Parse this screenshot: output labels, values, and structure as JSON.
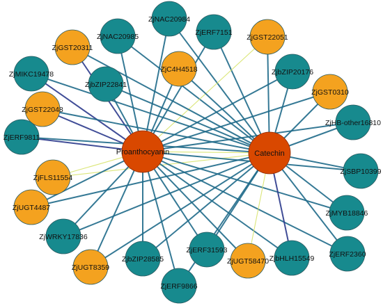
{
  "colors": {
    "hub": "#d94800",
    "teal_node": "#178a8e",
    "orange_node": "#f4a21f",
    "edge_default": "#1f6a8a",
    "edge_dark": "#2b3a8c",
    "edge_light": "#d7e36a"
  },
  "hubs": [
    {
      "id": "proanthocyanin",
      "label": "Proanthocyanin"
    },
    {
      "id": "catechin",
      "label": "Catechin"
    }
  ],
  "nodes": [
    {
      "id": "nac20984",
      "label": "ZjNAC20984",
      "type": "teal"
    },
    {
      "id": "nac20985",
      "label": "ZjNAC20985",
      "type": "teal"
    },
    {
      "id": "erf7151",
      "label": "ZjERF7151",
      "type": "teal"
    },
    {
      "id": "gst22051",
      "label": "ZjGST22051",
      "type": "orange"
    },
    {
      "id": "gst20311",
      "label": "ZjGST20311",
      "type": "orange"
    },
    {
      "id": "c4h4518",
      "label": "ZjC4H4518",
      "type": "orange"
    },
    {
      "id": "mikc19478",
      "label": "ZjMIKC19478",
      "type": "teal"
    },
    {
      "id": "bzip22841",
      "label": "ZjbZIP22841",
      "type": "teal"
    },
    {
      "id": "bzip20176",
      "label": "ZjbZIP20176",
      "type": "teal"
    },
    {
      "id": "gst0310",
      "label": "ZjGST0310",
      "type": "orange"
    },
    {
      "id": "gst22048",
      "label": "ZjGST22048",
      "type": "orange"
    },
    {
      "id": "hbother16810",
      "label": "ZjHB-other16810",
      "type": "teal"
    },
    {
      "id": "erf9811",
      "label": "ZjERF9811",
      "type": "teal"
    },
    {
      "id": "fls11554",
      "label": "ZjFLS11554",
      "type": "orange"
    },
    {
      "id": "sbp10399",
      "label": "ZjSBP10399",
      "type": "teal"
    },
    {
      "id": "ugt4487",
      "label": "ZjUGT4487",
      "type": "orange"
    },
    {
      "id": "myb18846",
      "label": "ZjMYB18846",
      "type": "teal"
    },
    {
      "id": "wrky17836",
      "label": "ZjWRKY17836",
      "type": "teal"
    },
    {
      "id": "erf31593",
      "label": "ZjERF31593",
      "type": "teal"
    },
    {
      "id": "erf2360",
      "label": "ZjERF2360",
      "type": "teal"
    },
    {
      "id": "bhlh15549",
      "label": "ZjbHLH15549",
      "type": "teal"
    },
    {
      "id": "ugt58470",
      "label": "ZjUGT58470",
      "type": "orange"
    },
    {
      "id": "bzip28585",
      "label": "ZjbZIP28585",
      "type": "teal"
    },
    {
      "id": "ugt8359",
      "label": "ZjUGT8359",
      "type": "orange"
    },
    {
      "id": "erf9866",
      "label": "ZjERF9866",
      "type": "teal"
    }
  ],
  "edges": [
    {
      "from": "proanthocyanin",
      "to": "catechin",
      "tone": "light"
    },
    {
      "from": "nac20984",
      "to": "proanthocyanin",
      "tone": "default"
    },
    {
      "from": "nac20984",
      "to": "catechin",
      "tone": "default"
    },
    {
      "from": "nac20985",
      "to": "proanthocyanin",
      "tone": "default"
    },
    {
      "from": "nac20985",
      "to": "catechin",
      "tone": "default"
    },
    {
      "from": "erf7151",
      "to": "proanthocyanin",
      "tone": "default"
    },
    {
      "from": "erf7151",
      "to": "catechin",
      "tone": "default"
    },
    {
      "from": "gst22051",
      "to": "proanthocyanin",
      "tone": "light"
    },
    {
      "from": "gst22051",
      "to": "catechin",
      "tone": "default"
    },
    {
      "from": "gst20311",
      "to": "proanthocyanin",
      "tone": "dark"
    },
    {
      "from": "gst20311",
      "to": "catechin",
      "tone": "default"
    },
    {
      "from": "c4h4518",
      "to": "proanthocyanin",
      "tone": "default"
    },
    {
      "from": "c4h4518",
      "to": "catechin",
      "tone": "default"
    },
    {
      "from": "mikc19478",
      "to": "proanthocyanin",
      "tone": "dark"
    },
    {
      "from": "mikc19478",
      "to": "catechin",
      "tone": "default"
    },
    {
      "from": "bzip22841",
      "to": "proanthocyanin",
      "tone": "default"
    },
    {
      "from": "bzip22841",
      "to": "catechin",
      "tone": "default"
    },
    {
      "from": "bzip20176",
      "to": "proanthocyanin",
      "tone": "default"
    },
    {
      "from": "bzip20176",
      "to": "catechin",
      "tone": "default"
    },
    {
      "from": "gst0310",
      "to": "proanthocyanin",
      "tone": "default"
    },
    {
      "from": "gst0310",
      "to": "catechin",
      "tone": "default"
    },
    {
      "from": "gst22048",
      "to": "proanthocyanin",
      "tone": "dark"
    },
    {
      "from": "gst22048",
      "to": "catechin",
      "tone": "default"
    },
    {
      "from": "hbother16810",
      "to": "proanthocyanin",
      "tone": "default"
    },
    {
      "from": "hbother16810",
      "to": "catechin",
      "tone": "default"
    },
    {
      "from": "erf9811",
      "to": "proanthocyanin",
      "tone": "dark"
    },
    {
      "from": "erf9811",
      "to": "catechin",
      "tone": "default"
    },
    {
      "from": "fls11554",
      "to": "proanthocyanin",
      "tone": "light"
    },
    {
      "from": "fls11554",
      "to": "catechin",
      "tone": "light"
    },
    {
      "from": "sbp10399",
      "to": "proanthocyanin",
      "tone": "default"
    },
    {
      "from": "sbp10399",
      "to": "catechin",
      "tone": "default"
    },
    {
      "from": "ugt4487",
      "to": "proanthocyanin",
      "tone": "default"
    },
    {
      "from": "ugt4487",
      "to": "catechin",
      "tone": "default"
    },
    {
      "from": "myb18846",
      "to": "proanthocyanin",
      "tone": "default"
    },
    {
      "from": "myb18846",
      "to": "catechin",
      "tone": "default"
    },
    {
      "from": "wrky17836",
      "to": "proanthocyanin",
      "tone": "default"
    },
    {
      "from": "wrky17836",
      "to": "catechin",
      "tone": "default"
    },
    {
      "from": "erf31593",
      "to": "proanthocyanin",
      "tone": "default"
    },
    {
      "from": "erf31593",
      "to": "catechin",
      "tone": "default"
    },
    {
      "from": "erf2360",
      "to": "proanthocyanin",
      "tone": "default"
    },
    {
      "from": "erf2360",
      "to": "catechin",
      "tone": "default"
    },
    {
      "from": "bhlh15549",
      "to": "proanthocyanin",
      "tone": "default"
    },
    {
      "from": "bhlh15549",
      "to": "catechin",
      "tone": "dark"
    },
    {
      "from": "ugt58470",
      "to": "proanthocyanin",
      "tone": "default"
    },
    {
      "from": "ugt58470",
      "to": "catechin",
      "tone": "light"
    },
    {
      "from": "bzip28585",
      "to": "proanthocyanin",
      "tone": "default"
    },
    {
      "from": "bzip28585",
      "to": "catechin",
      "tone": "default"
    },
    {
      "from": "ugt8359",
      "to": "proanthocyanin",
      "tone": "default"
    },
    {
      "from": "ugt8359",
      "to": "catechin",
      "tone": "default"
    },
    {
      "from": "erf9866",
      "to": "proanthocyanin",
      "tone": "default"
    },
    {
      "from": "erf9866",
      "to": "catechin",
      "tone": "default"
    }
  ]
}
